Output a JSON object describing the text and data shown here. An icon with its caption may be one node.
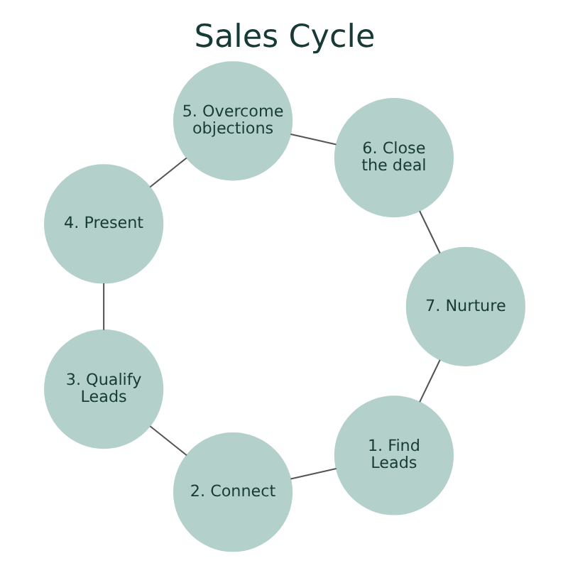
{
  "diagram": {
    "title": "Sales Cycle",
    "nodes": [
      {
        "text": [
          "1. Find Leads"
        ]
      },
      {
        "text": [
          "2. Connect"
        ]
      },
      {
        "text": [
          "3. Qualify Leads"
        ]
      },
      {
        "text": [
          "4. Present"
        ]
      },
      {
        "text": [
          "5. Overcome objections"
        ]
      },
      {
        "text": [
          "6. Close the deal"
        ]
      },
      {
        "text": [
          "7. Nurture"
        ]
      }
    ],
    "edges": [
      {
        "from": 0,
        "to": 1,
        "arrow": "none"
      },
      {
        "from": 1,
        "to": 2,
        "arrow": "none"
      },
      {
        "from": 2,
        "to": 3,
        "arrow": "none"
      },
      {
        "from": 3,
        "to": 4,
        "arrow": "none"
      },
      {
        "from": 4,
        "to": 5,
        "arrow": "none"
      },
      {
        "from": 5,
        "to": 6,
        "arrow": "none"
      },
      {
        "from": 6,
        "to": 0,
        "arrow": "none"
      }
    ]
  }
}
